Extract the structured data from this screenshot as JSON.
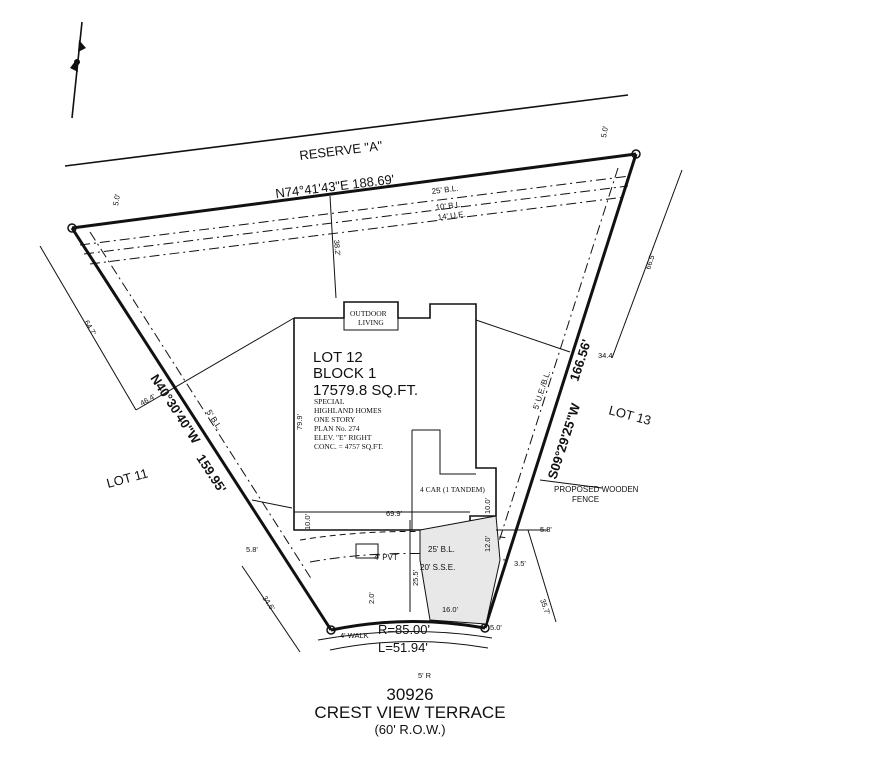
{
  "plat": {
    "reserve_label": "RESERVE \"A\"",
    "north_bearing": "N74°41'43\"E  188.69'",
    "west_bearing": "N40°30'40\"W",
    "west_distance": "159.95'",
    "east_bearing": "S09°29'25\"W",
    "east_distance": "166.56'",
    "setback_25_bl": "25' B.L.",
    "setback_10_bl": "10' B.L.",
    "setback_14_ue": "14' U.E.",
    "setback_5_bl": "5' B.L.",
    "setback_5_ue_bl": "5' U.E./B.L.",
    "front_25_bl": "25' B.L.",
    "front_20_sse": "20' S.S.E.",
    "pvt_4": "4' PVT",
    "lot_11": "LOT 11",
    "lot_13": "LOT 13",
    "lot_12": "LOT 12",
    "block": "BLOCK 1",
    "area": "17579.8 SQ.FT.",
    "builder_lines": [
      "SPECIAL",
      "HIGHLAND HOMES",
      "ONE STORY",
      "PLAN No. 274",
      "ELEV. \"E\" RIGHT",
      "CONC. = 4757 SQ.FT."
    ],
    "outdoor_living": [
      "OUTDOOR",
      "LIVING"
    ],
    "garage": "4 CAR (1 TANDEM)",
    "fence": [
      "PROPOSED WOODEN",
      "FENCE"
    ],
    "dims": {
      "d5_0_left": "5.0'",
      "d5_0_right": "5.0'",
      "d38_2": "38.2'",
      "d64_7": "64.7'",
      "d46_4": "46.4'",
      "d66_5": "66.5'",
      "d34_4": "34.4'",
      "d79_9": "79.9'",
      "d69_9": "69.9'",
      "d10_0_left": "10.0'",
      "d10_0_right": "10.0'",
      "d5_8_left": "5.8'",
      "d5_8_right": "5.8'",
      "d12_0": "12.0'",
      "d3_5": "3.5'",
      "d25_5": "25.5'",
      "d35_7": "35.7'",
      "d16_0": "16.0'",
      "d5_0_bottom": "5.0'",
      "d2_0": "2.0'",
      "d34_6": "34.6'",
      "d5r": "5' R"
    },
    "walk": "4' WALK",
    "curve_r": "R=85.00'",
    "curve_l": "L=51.94'",
    "address_number": "30926",
    "street_name": "CREST VIEW TERRACE",
    "row_width": "(60' R.O.W.)"
  }
}
